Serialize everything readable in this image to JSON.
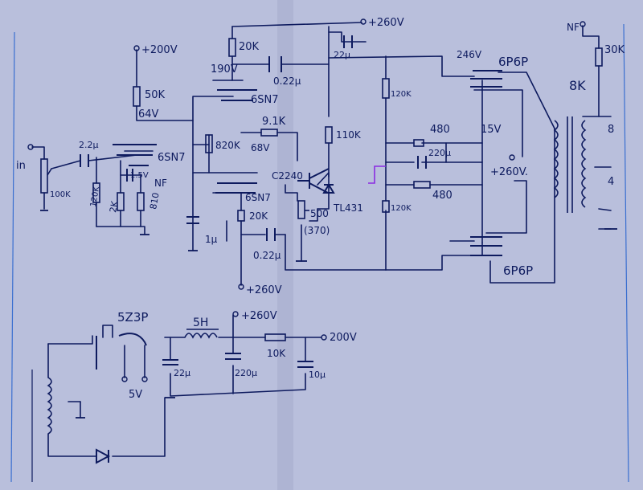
{
  "colors": {
    "paper": "#b9bfdc",
    "paper_shadow": "#8f96ba",
    "ink": "#0d1a5e",
    "ruled_line": "#3a6fd0",
    "marker": "#8a2be2"
  },
  "labels": {
    "b260_top": "+260V",
    "b200_left": "+200V",
    "r20k_top": "20K",
    "v190": "190V",
    "c022_top": "0.22μ",
    "c22u_top": "22μ",
    "r50k": "50K",
    "v64": "64V",
    "tube_6sn7_top": "6SN7",
    "r820k": "820K",
    "r91k": "9.1K",
    "v68": "68V",
    "r110k": "110K",
    "in": "in",
    "c22_in": "2.2μ",
    "tube_6sn7_mid": "6SN7",
    "v15_small": "1.5V",
    "nf_mid": "NF",
    "r100k_in": "100K",
    "r120k_left": "120K",
    "r2k": "2K",
    "r810": "810",
    "q_c2240": "C2240",
    "d_tl431": "TL431",
    "tube_6sn7_low": "6SN7",
    "r20k_low": "20K",
    "c1u": "1μ",
    "r500": "500",
    "r370": "(370)",
    "c022_low": "0.22μ",
    "b260_low": "+260V",
    "r120k_top": "120K",
    "r480_top": "480",
    "c220u": "220μ",
    "r480_bot": "480",
    "r120k_bot": "120K",
    "v15": "15V",
    "b260_right": "+260V.",
    "v246": "246V",
    "tube_6p6p_top": "6P6P",
    "tube_6p6p_bot": "6P6P",
    "nf_top": "NF",
    "r30k": "30K",
    "ot_8k": "8K",
    "tap_8": "8",
    "tap_4": "4",
    "ps_5z3p": "5Z3P",
    "ps_5v": "5V",
    "ps_5h": "5H",
    "ps_260": "+260V",
    "ps_10k": "10K",
    "ps_200": "200V",
    "ps_22u": "22μ",
    "ps_220u": "220μ",
    "ps_10u": "10μ"
  }
}
